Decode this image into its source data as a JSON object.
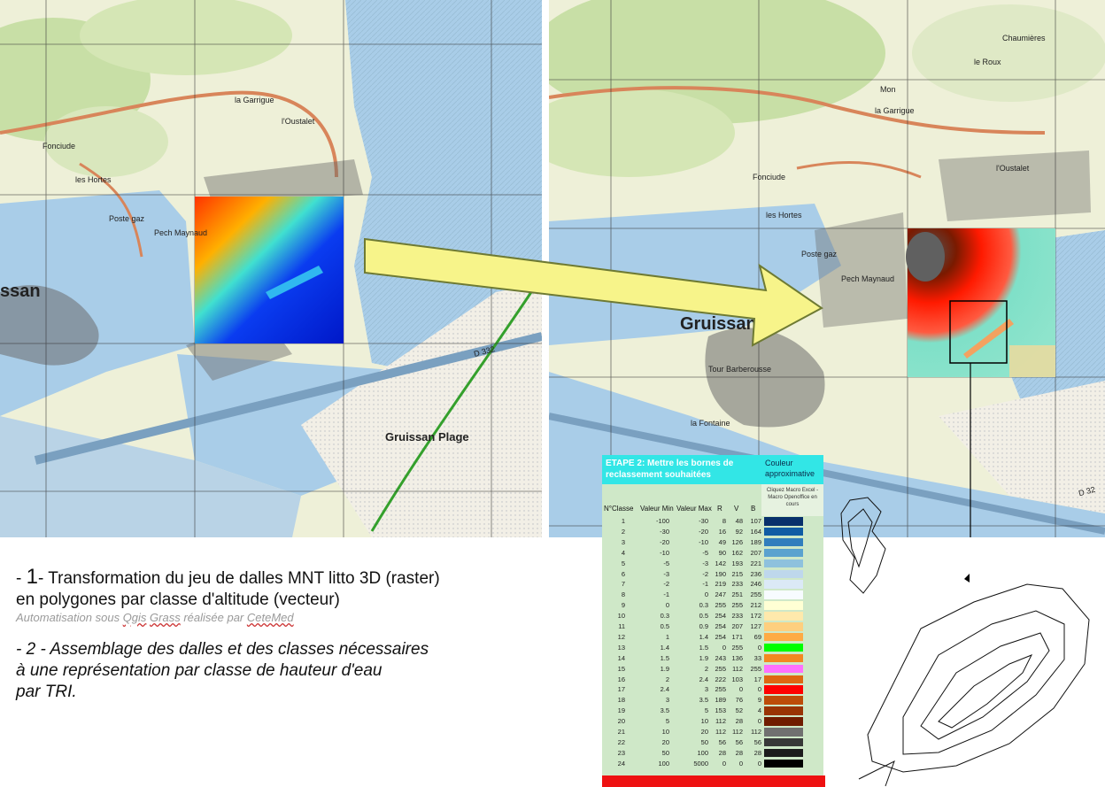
{
  "maps": {
    "left": {
      "labels": {
        "town": "ssan",
        "beach": "Gruissan Plage",
        "lieu1": "la Garrigue",
        "lieu2": "l'Oustalet",
        "lieu3": "les Hortes",
        "lieu4": "Fonciude",
        "lieu5": "Poste gaz",
        "lieu6": "Pech Maynaud",
        "road": "D 332"
      }
    },
    "right": {
      "labels": {
        "town": "Gruissan",
        "lieu1": "la Garrigue",
        "lieu2": "l'Oustalet",
        "lieu3": "les Hortes",
        "lieu4": "Fonciude",
        "lieu5": "Poste gaz",
        "lieu6": "Pech Maynaud",
        "lieu7": "la Fontaine",
        "lieu8": "Tour Barberousse",
        "lieu9": "Chaumières",
        "lieu10": "le Roux",
        "lieu11": "Mon",
        "road": "D 32"
      }
    }
  },
  "text": {
    "line1_prefix": "- ",
    "line1_num": "1",
    "line1_rest": "- Transformation du jeu de dalles MNT litto 3D (raster)",
    "line2": " en polygones  par classe d'altitude (vecteur)",
    "line3_a": "Automatisation sous ",
    "line3_qgis": "Qgis",
    "line3_b": " ",
    "line3_grass": "Grass",
    "line3_c": " réalisée par ",
    "line3_cete": "CeteMed",
    "line4": "- 2 - Assemblage des dalles et des classes nécessaires",
    "line5": " à  une représentation par classe de hauteur d'eau",
    "line6": "par TRI."
  },
  "legend": {
    "title": "ETAPE 2: Mettre les bornes de reclassement souhaitées",
    "couleur": "Couleur approximative",
    "note": "Cliquez Macro Excel - Macro Openoffice en cours",
    "headers": {
      "classe": "N°Classe",
      "min": "Valeur Min",
      "max": "Valeur Max",
      "r": "R",
      "v": "V",
      "b": "B"
    },
    "rows": [
      {
        "c": "1",
        "min": "-100",
        "max": "-30",
        "r": "8",
        "v": "48",
        "b": "107",
        "color": "#08306b"
      },
      {
        "c": "2",
        "min": "-30",
        "max": "-20",
        "r": "16",
        "v": "92",
        "b": "164",
        "color": "#105ca4"
      },
      {
        "c": "3",
        "min": "-20",
        "max": "-10",
        "r": "49",
        "v": "126",
        "b": "189",
        "color": "#317ebd"
      },
      {
        "c": "4",
        "min": "-10",
        "max": "-5",
        "r": "90",
        "v": "162",
        "b": "207",
        "color": "#5aa2cf"
      },
      {
        "c": "5",
        "min": "-5",
        "max": "-3",
        "r": "142",
        "v": "193",
        "b": "221",
        "color": "#8ec1dd"
      },
      {
        "c": "6",
        "min": "-3",
        "max": "-2",
        "r": "190",
        "v": "215",
        "b": "236",
        "color": "#bed7ec"
      },
      {
        "c": "7",
        "min": "-2",
        "max": "-1",
        "r": "219",
        "v": "233",
        "b": "246",
        "color": "#dbe9f6"
      },
      {
        "c": "8",
        "min": "-1",
        "max": "0",
        "r": "247",
        "v": "251",
        "b": "255",
        "color": "#f7fbff"
      },
      {
        "c": "9",
        "min": "0",
        "max": "0.3",
        "r": "255",
        "v": "255",
        "b": "212",
        "color": "#ffffd4"
      },
      {
        "c": "10",
        "min": "0.3",
        "max": "0.5",
        "r": "254",
        "v": "233",
        "b": "172",
        "color": "#fee9ac"
      },
      {
        "c": "11",
        "min": "0.5",
        "max": "0.9",
        "r": "254",
        "v": "207",
        "b": "127",
        "color": "#fecf7f"
      },
      {
        "c": "12",
        "min": "1",
        "max": "1.4",
        "r": "254",
        "v": "171",
        "b": "69",
        "color": "#feab45"
      },
      {
        "c": "13",
        "min": "1.4",
        "max": "1.5",
        "r": "0",
        "v": "255",
        "b": "0",
        "color": "#00ff00"
      },
      {
        "c": "14",
        "min": "1.5",
        "max": "1.9",
        "r": "243",
        "v": "136",
        "b": "33",
        "color": "#f38821"
      },
      {
        "c": "15",
        "min": "1.9",
        "max": "2",
        "r": "255",
        "v": "112",
        "b": "255",
        "color": "#ff70ff"
      },
      {
        "c": "16",
        "min": "2",
        "max": "2.4",
        "r": "222",
        "v": "103",
        "b": "17",
        "color": "#de6711"
      },
      {
        "c": "17",
        "min": "2.4",
        "max": "3",
        "r": "255",
        "v": "0",
        "b": "0",
        "color": "#ff0000"
      },
      {
        "c": "18",
        "min": "3",
        "max": "3.5",
        "r": "189",
        "v": "76",
        "b": "9",
        "color": "#bd4c09"
      },
      {
        "c": "19",
        "min": "3.5",
        "max": "5",
        "r": "153",
        "v": "52",
        "b": "4",
        "color": "#993404"
      },
      {
        "c": "20",
        "min": "5",
        "max": "10",
        "r": "112",
        "v": "28",
        "b": "0",
        "color": "#701c00"
      },
      {
        "c": "21",
        "min": "10",
        "max": "20",
        "r": "112",
        "v": "112",
        "b": "112",
        "color": "#707070"
      },
      {
        "c": "22",
        "min": "20",
        "max": "50",
        "r": "56",
        "v": "56",
        "b": "56",
        "color": "#383838"
      },
      {
        "c": "23",
        "min": "50",
        "max": "100",
        "r": "28",
        "v": "28",
        "b": "28",
        "color": "#1c1c1c"
      },
      {
        "c": "24",
        "min": "100",
        "max": "5000",
        "r": "0",
        "v": "0",
        "b": "0",
        "color": "#000000"
      }
    ]
  },
  "colors": {
    "arrow_fill": "#f7f48a",
    "arrow_stroke": "#6e7a33",
    "water": "#a9cde8",
    "land": "#eef0d8",
    "legend_head": "#32e6e6"
  }
}
